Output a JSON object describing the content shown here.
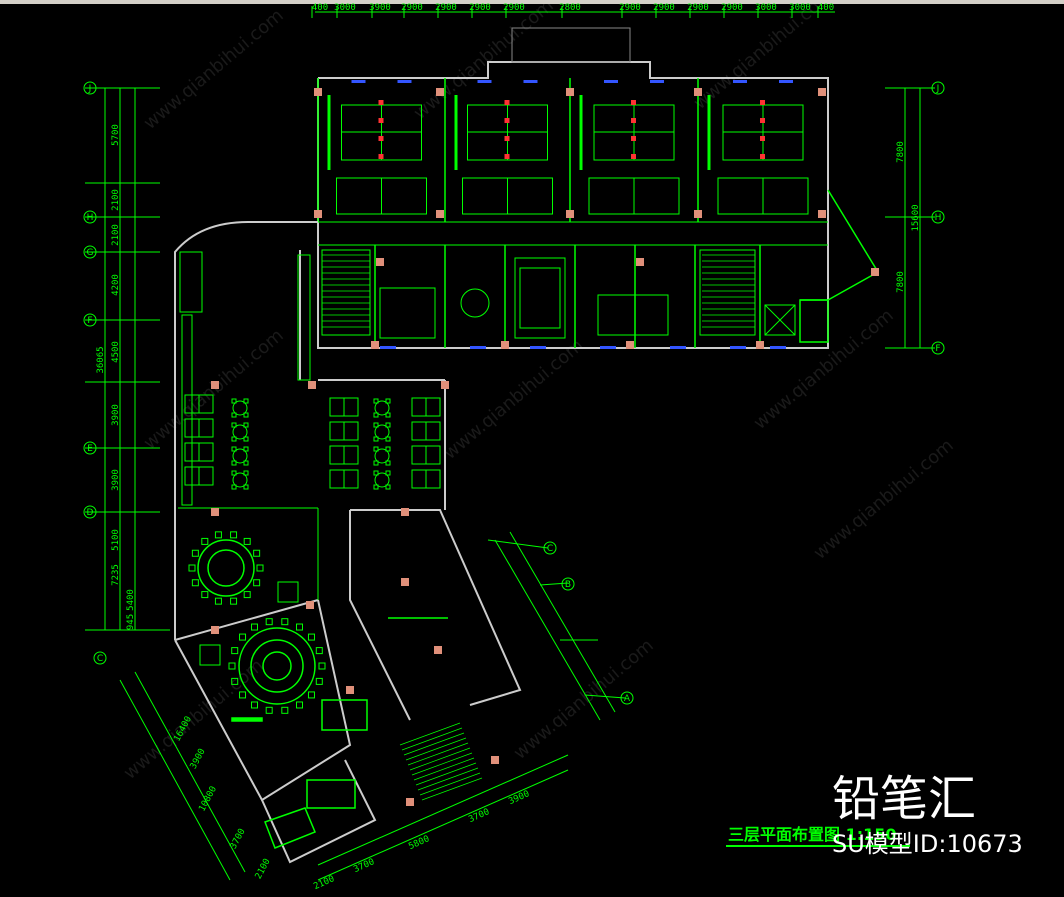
{
  "drawing": {
    "title": "三层平面布置图  1:150",
    "brand": "铅笔汇",
    "model_id": "SU模型ID:10673"
  },
  "top_dimensions": [
    "400",
    "3000",
    "3900",
    "2900",
    "2900",
    "2900",
    "2900",
    "2800",
    "2900",
    "2900",
    "2900",
    "2900",
    "3000",
    "3000",
    "400"
  ],
  "left_dimensions": [
    "5700",
    "2100",
    "2100",
    "4200",
    "4500",
    "3900",
    "3900",
    "5100",
    "7235",
    "5400",
    "945",
    "36065"
  ],
  "right_dimensions": [
    "7800",
    "15600",
    "7800"
  ],
  "bottom_dimensions": [
    "2100",
    "3700",
    "5800",
    "3700",
    "3900",
    "3900",
    "10800",
    "16400",
    "3700",
    "2100"
  ],
  "left_grid_labels": [
    "J",
    "H",
    "G",
    "F",
    "E",
    "D",
    "C"
  ],
  "right_grid_labels": [
    "J",
    "H",
    "F"
  ],
  "diagonal_grid_labels": [
    "C",
    "B",
    "A"
  ],
  "colors": {
    "line": "#00ff00",
    "bg": "#000000",
    "accent": "#ff8866",
    "blue": "#3355ff",
    "red": "#ff3333"
  },
  "watermark_text": "www.qianbihui.com"
}
